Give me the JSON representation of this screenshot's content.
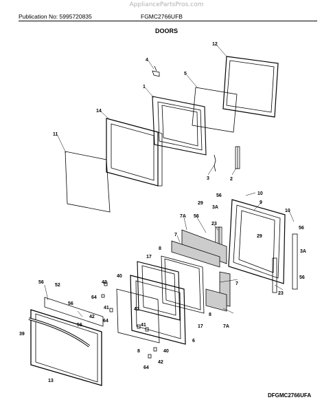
{
  "header": {
    "watermark": "AppliancePartsPros.com",
    "publication": "Publication No: 5995720835",
    "model": "FGMC2766UFB",
    "section_title": "DOORS"
  },
  "footer": {
    "code": "DFGMC2766UFA"
  },
  "callouts": {
    "c12": "12",
    "c4": "4",
    "c5": "5",
    "c1": "1",
    "c14": "14",
    "c11": "11",
    "c3": "3",
    "c2": "2",
    "c10a": "10",
    "c56a": "56",
    "c29a": "29",
    "c3Aa": "3A",
    "c9": "9",
    "c10b": "10",
    "c56b": "56",
    "c7Aa": "7A",
    "c56c": "56",
    "c23a": "23",
    "c7a": "7",
    "c29b": "29",
    "c3Ab": "3A",
    "c8a": "8",
    "c17a": "17",
    "c40a": "40",
    "c42a": "42",
    "c56d": "56",
    "c52": "52",
    "c64a": "64",
    "c56e": "56",
    "c41a": "41",
    "c42b": "42",
    "c7b": "7",
    "c23b": "23",
    "c56f": "56",
    "c39": "39",
    "c56g": "56",
    "c42c": "42",
    "c64b": "64",
    "c41b": "41",
    "c8b": "8",
    "c17b": "17",
    "c7Ab": "7A",
    "c6": "6",
    "c8c": "8",
    "c40b": "40",
    "c42d": "42",
    "c64c": "64",
    "c13": "13"
  }
}
